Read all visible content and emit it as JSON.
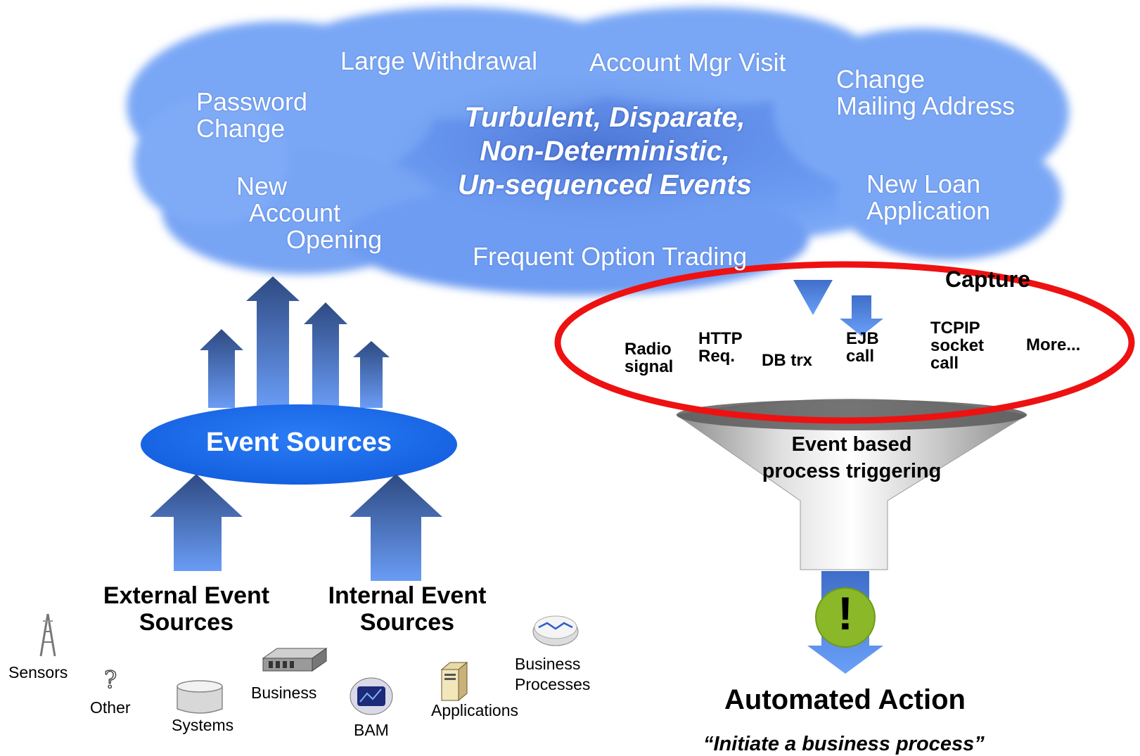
{
  "cloud": {
    "center_text": [
      "Turbulent, Disparate,",
      "Non-Deterministic,",
      "Un-sequenced Events"
    ],
    "events": {
      "large_withdrawal": "Large Withdrawal",
      "account_mgr_visit": "Account Mgr Visit",
      "password_change": [
        "Password",
        "Change"
      ],
      "change_mailing_address": [
        "Change",
        "Mailing Address"
      ],
      "new_account_opening": [
        "New",
        "Account",
        "Opening"
      ],
      "new_loan_application": [
        "New Loan",
        "Application"
      ],
      "frequent_option_trading": "Frequent Option Trading"
    }
  },
  "event_sources": {
    "label": "Event Sources",
    "external": [
      "External Event",
      "Sources"
    ],
    "internal": [
      "Internal Event",
      "Sources"
    ]
  },
  "capture": {
    "label": "Capture",
    "items": {
      "radio": [
        "Radio",
        "signal"
      ],
      "http": [
        "HTTP",
        "Req."
      ],
      "db": "DB trx",
      "ejb": [
        "EJB",
        "call"
      ],
      "tcpip": [
        "TCPIP",
        "socket",
        "call"
      ],
      "more": "More..."
    }
  },
  "funnel": {
    "label": [
      "Event based",
      "process triggering"
    ],
    "alert_symbol": "!"
  },
  "action": {
    "title": "Automated Action",
    "quote": "“Initiate a business process”"
  },
  "icons": {
    "sensors": {
      "label": "Sensors",
      "icon": "antenna-tower-icon"
    },
    "other": {
      "label": "Other",
      "icon": "question-mark-icon"
    },
    "systems": {
      "label": "Systems",
      "icon": "database-cylinder-icon"
    },
    "business": {
      "label": "Business",
      "icon": "server-device-icon"
    },
    "bam": {
      "label": "BAM",
      "icon": "monitor-icon"
    },
    "applications": {
      "label": "Applications",
      "icon": "tower-computer-icon"
    },
    "business_processes": {
      "label": [
        "Business",
        "Processes"
      ],
      "icon": "process-disk-icon"
    }
  },
  "colors": {
    "cloud": "#5e8ff0",
    "arrow_top": "#2e4c87",
    "arrow_bottom": "#5c8df0",
    "ellipse": "#1f72ef",
    "capture_ring": "#ee1111",
    "alert_badge": "#8ab829"
  }
}
